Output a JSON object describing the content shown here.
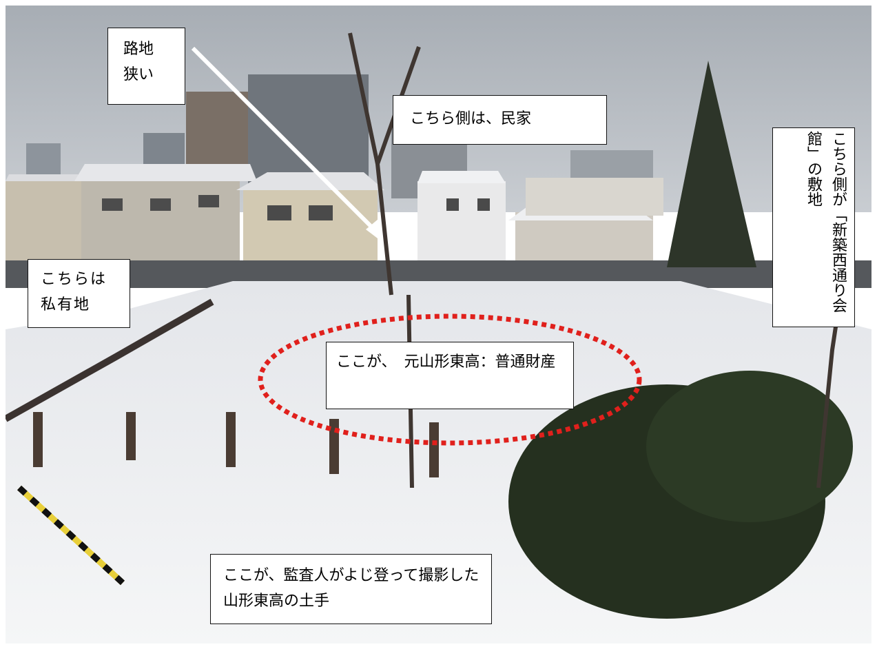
{
  "annotations": {
    "alley": {
      "line1": "路地",
      "line2": "狭い"
    },
    "residential": "こちら側は、民家",
    "private_land": {
      "line1": "こちらは",
      "line2": "私有地"
    },
    "new_hall_site": "こちら側が「新築西通り会館」の敷地",
    "former_school": "ここが、　元山形東高：普通財産",
    "embankment": "ここが、監査人がよじ登って撮影した山形東高の土手"
  },
  "colors": {
    "ellipse": "#e0201c",
    "arrow": "#ffffff",
    "sky": "#b9bec4",
    "snow": "#f1f2f4"
  }
}
